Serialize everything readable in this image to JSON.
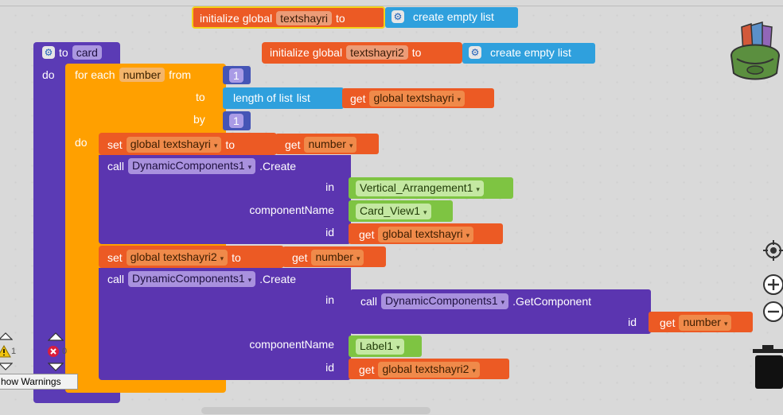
{
  "init1": {
    "label": "initialize global",
    "name": "textshayri",
    "to": "to",
    "value": "create empty list"
  },
  "init2": {
    "label": "initialize global",
    "name": "textshayri2",
    "to": "to",
    "value": "create empty list"
  },
  "proc": {
    "to": "to",
    "name": "card",
    "do": "do"
  },
  "loop": {
    "for_each": "for each",
    "var": "number",
    "from": "from",
    "from_val": "1",
    "to": "to",
    "by": "by",
    "by_val": "1",
    "do": "do"
  },
  "length": {
    "label": "length of list",
    "list": "list",
    "get": "get",
    "var": "global textshayri"
  },
  "set1": {
    "set": "set",
    "var": "global textshayri",
    "to": "to",
    "get": "get",
    "val": "number"
  },
  "call1": {
    "call": "call",
    "comp": "DynamicComponents1",
    ".create": ".Create",
    "in": "in",
    "in_val": "Vertical_Arrangement1",
    "cname": "componentName",
    "cname_val": "Card_View1",
    "id": "id",
    "get": "get",
    "id_val": "global textshayri"
  },
  "set2": {
    "set": "set",
    "var": "global textshayri2",
    "to": "to",
    "get": "get",
    "val": "number"
  },
  "call2": {
    "call": "call",
    "comp": "DynamicComponents1",
    ".create": ".Create",
    "in": "in",
    "cname": "componentName",
    "cname_val": "Label1",
    "id": "id",
    "get": "get",
    "id_val": "global textshayri2"
  },
  "getcomp": {
    "call": "call",
    "comp": "DynamicComponents1",
    "method": ".GetComponent",
    "id": "id",
    "get": "get",
    "val": "number"
  },
  "warnings": {
    "warn_count": "1",
    "err_count": "0",
    "toggle": "how Warnings"
  },
  "icons": [
    "backpack-icon",
    "locate-icon",
    "zoom-in-icon",
    "zoom-out-icon",
    "trash-icon",
    "warning-icon",
    "error-icon",
    "gear-icon",
    "dropdown-arrow-icon"
  ],
  "colors": {
    "procedure": "#5b3bb5",
    "control": "#ffa000",
    "variable": "#ec5a24",
    "list": "#2fa0dd",
    "math": "#4555b6",
    "component": "#5b35b0",
    "component_green": "#7ec442"
  }
}
